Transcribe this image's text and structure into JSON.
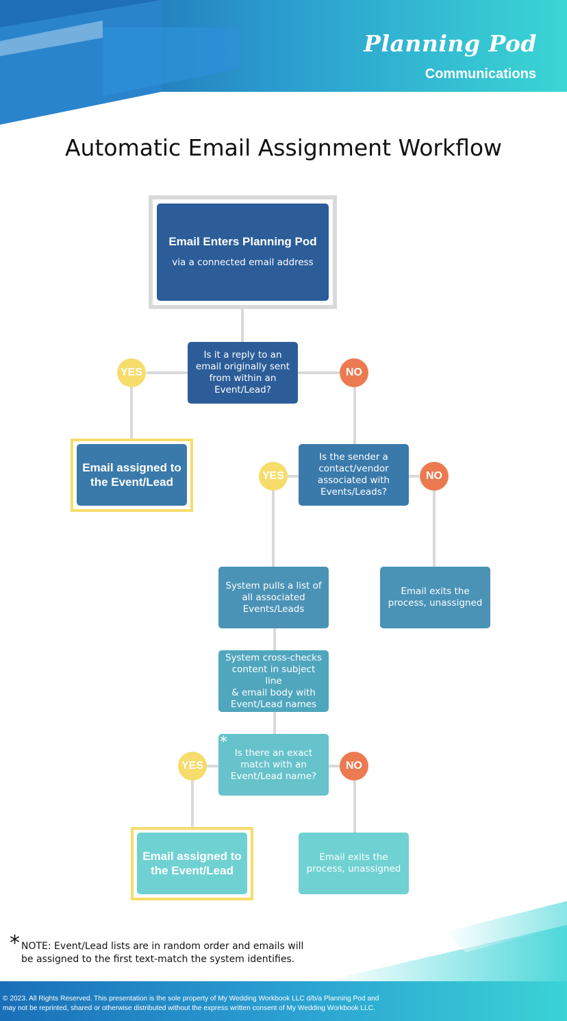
{
  "brand": {
    "logo": "Planning Pod",
    "subtitle": "Communications"
  },
  "title": "Automatic Email Assignment Workflow",
  "flow": {
    "start": {
      "heading": "Email Enters Planning Pod",
      "detail": "via a connected email address"
    },
    "q1": [
      "Is it a reply to an",
      "email originally sent",
      "from within an",
      "Event/Lead?"
    ],
    "q1_yes": "YES",
    "q1_no": "NO",
    "assigned1": [
      "Email assigned to",
      "the Event/Lead"
    ],
    "q2": [
      "Is the sender a",
      "contact/vendor",
      "associated with",
      "Events/Leads?"
    ],
    "q2_yes": "YES",
    "q2_no": "NO",
    "exit1": [
      "Email exits the",
      "process, unassigned"
    ],
    "pull": [
      "System pulls a list of",
      "all associated",
      "Events/Leads"
    ],
    "crosscheck": [
      "System cross-checks",
      "content in subject line",
      "& email body with",
      "Event/Lead names"
    ],
    "q3_marker": "*",
    "q3": [
      "Is there an exact",
      "match with an",
      "Event/Lead name?"
    ],
    "q3_yes": "YES",
    "q3_no": "NO",
    "assigned2": [
      "Email assigned to",
      "the Event/Lead"
    ],
    "exit2": [
      "Email exits the",
      "process, unassigned"
    ]
  },
  "note": {
    "marker": "*",
    "text": "NOTE: Event/Lead lists are in random order and emails will be assigned to the first text-match the system identifies."
  },
  "footer": {
    "line1": "© 2023. All Rights Reserved. This presentation is the sole property of My Wedding Workbook LLC d/b/a Planning Pod and",
    "line2": "may not be reprinted, shared or otherwise distributed without the express written consent of My Wedding Workbook LLC."
  },
  "colors": {
    "navy": "#2c5d99",
    "steel": "#3a7aab",
    "mid": "#4a92b6",
    "teal": "#4fb6c4",
    "light_teal": "#66c7cb",
    "pale_teal": "#6fd1d1",
    "yes": "#f6dc6a",
    "no": "#ec7a51",
    "connector": "#d9d9d9"
  }
}
